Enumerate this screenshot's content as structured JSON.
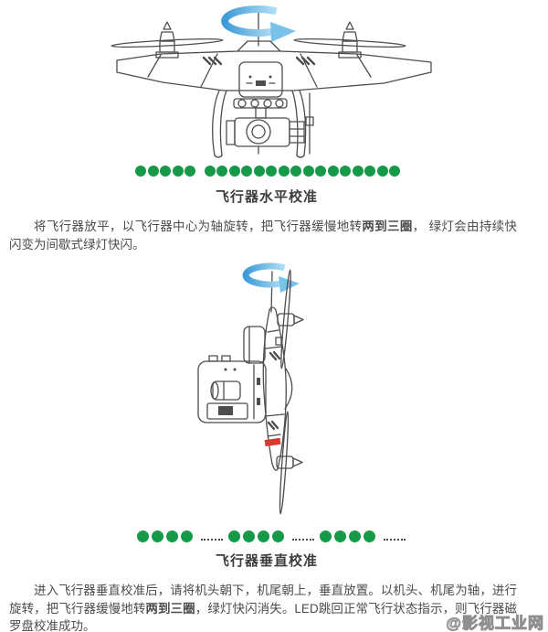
{
  "colors": {
    "led_green": "#169a4a",
    "blue_dark": "#3e9bd6",
    "blue_mid": "#79c2ea",
    "blue_light": "#b5e0f6",
    "line_art": "#4d4d4d",
    "red_stripe": "#d93a2b",
    "text": "#4c4c4c",
    "heading": "#3d3d3d",
    "watermark_gray": "#8f8f8f"
  },
  "illustrations": {
    "top": "drone-front-view-with-rotation-arrow",
    "bottom": "drone-side-view-nose-down-with-rotation-arrow",
    "arrow_icon": "clockwise-rotation-arrow",
    "stripe": "red-marker-stripe"
  },
  "sections": [
    {
      "id": "horizontal",
      "caption": "飞行器水平校准",
      "led": {
        "type": "solid-groups",
        "groups": [
          5,
          16
        ],
        "separator": "gap"
      },
      "para": {
        "before": "将飞行器放平，以飞行器中心为轴旋转，把飞行器缓慢地转",
        "bold": "两到三圈",
        "after": "， 绿灯会由持续快闪变为间歇式绿灯快闪。"
      }
    },
    {
      "id": "vertical",
      "caption": "飞行器垂直校准",
      "led": {
        "type": "blink-groups",
        "groups": [
          4,
          4,
          4
        ],
        "separator": "dotted"
      },
      "para": {
        "before": "进入飞行器垂直校准后，请将机头朝下，机尾朝上，垂直放置。以机头、机尾为轴，进行旋转，把飞行器缓慢地转",
        "bold": "两到三圈",
        "after": "，绿灯快闪消失。LED跳回正常飞行状态指示，则飞行器磁罗盘校准成功。"
      }
    }
  ],
  "watermark": "@影视工业网"
}
